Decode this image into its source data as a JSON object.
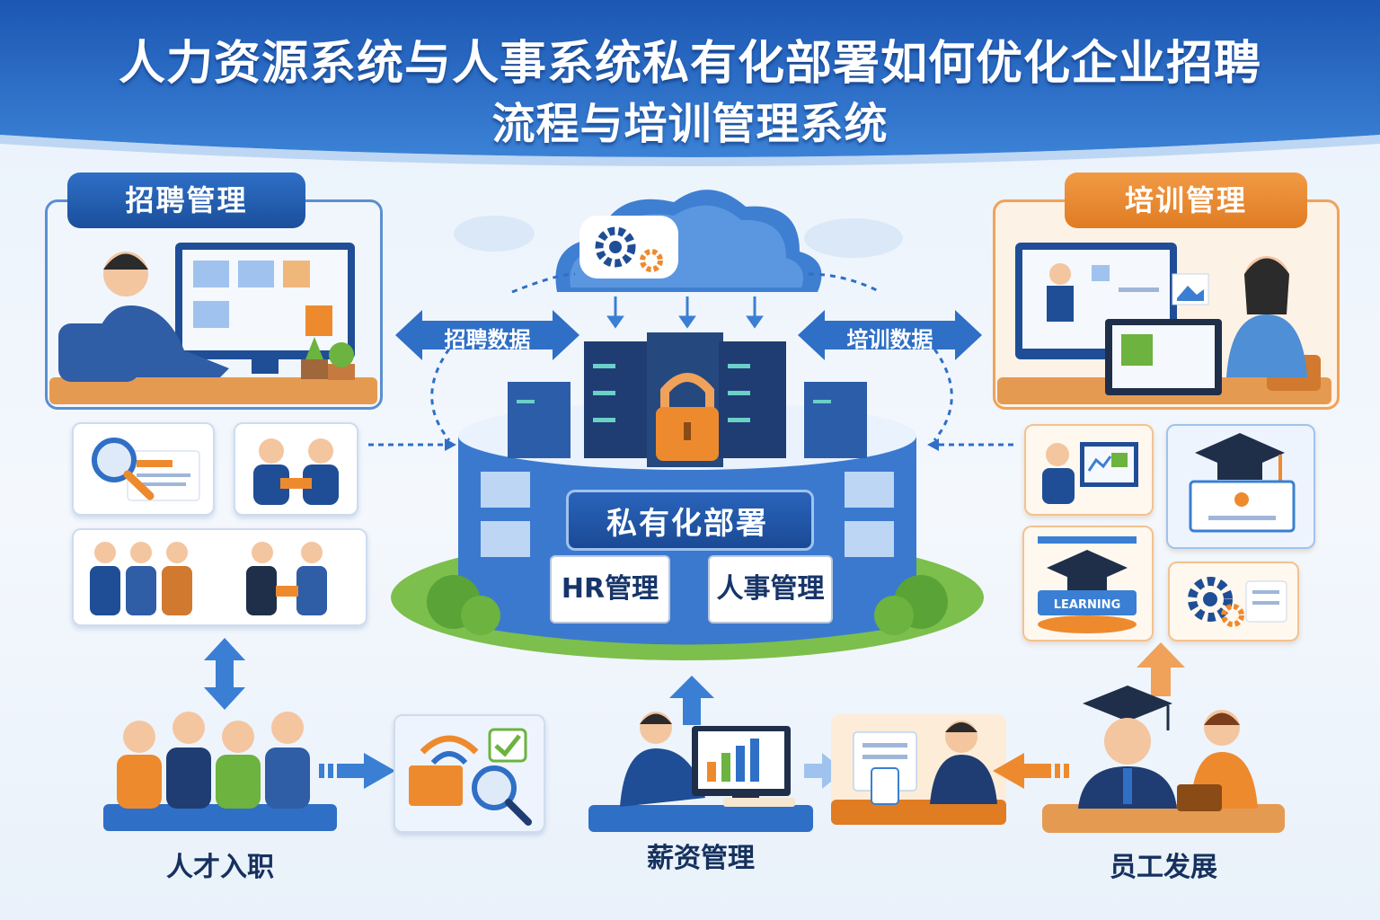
{
  "title": {
    "line1": "人力资源系统与人事系统私有化部署如何优化企业招聘",
    "line2": "流程与培训管理系统"
  },
  "recruit_panel": {
    "tag": "招聘管理"
  },
  "training_panel": {
    "tag": "培训管理"
  },
  "flow": {
    "left_arrow": "招聘数据",
    "right_arrow": "培训数据"
  },
  "center": {
    "banner": "私有化部署",
    "sign_left": "HR管理",
    "sign_right": "人事管理"
  },
  "bottom": {
    "talent_label": "人才入职",
    "salary_label": "薪资管理",
    "employee_label": "员工发展"
  },
  "learning_text": "LEARNING",
  "icons": [
    "gear-icon",
    "cloud-icon",
    "padlock-icon",
    "magnifier-icon",
    "graduation-cap-icon",
    "bar-chart-icon",
    "checkmark-icon",
    "wifi-icon"
  ],
  "colors": {
    "brand_blue": "#1f5fb8",
    "accent_orange": "#ee8a2e",
    "green": "#6cb33f"
  }
}
